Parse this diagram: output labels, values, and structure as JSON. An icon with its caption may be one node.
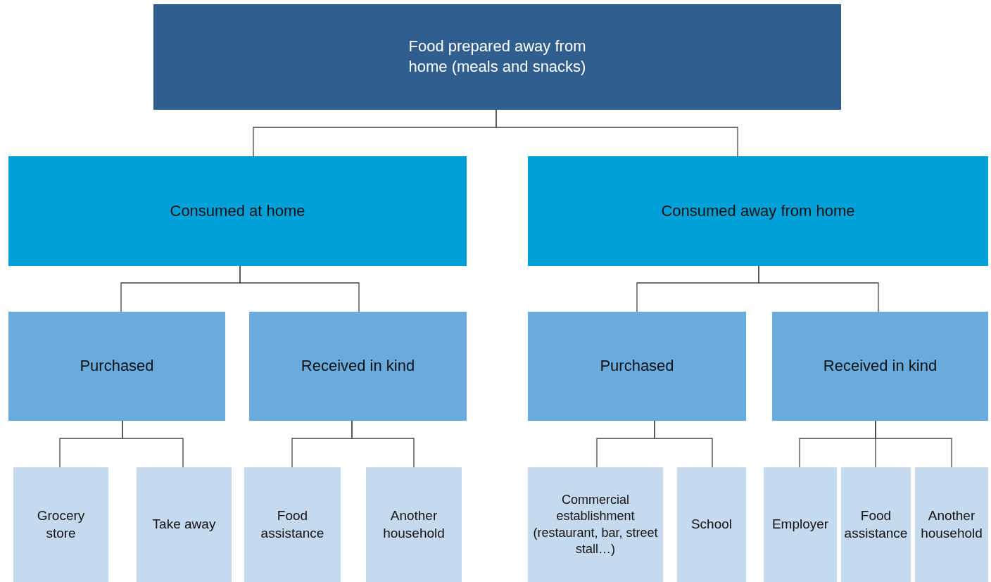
{
  "diagram": {
    "nodes": [
      {
        "text": [
          "Food prepared away from home (meals and snacks)"
        ]
      },
      {
        "text": [
          "Consumed at home"
        ]
      },
      {
        "text": [
          "Consumed away from home"
        ]
      },
      {
        "text": [
          "Purchased"
        ]
      },
      {
        "text": [
          "Received in kind"
        ]
      },
      {
        "text": [
          "Purchased"
        ]
      },
      {
        "text": [
          "Received in kind"
        ]
      },
      {
        "text": [
          "Grocery store"
        ]
      },
      {
        "text": [
          "Take away"
        ]
      },
      {
        "text": [
          "Food assistance"
        ]
      },
      {
        "text": [
          "Another household"
        ]
      },
      {
        "text": [
          "Commercial establishment (restaurant, bar, street stall…)"
        ]
      },
      {
        "text": [
          "School"
        ]
      },
      {
        "text": [
          "Employer"
        ]
      },
      {
        "text": [
          "Food assistance"
        ]
      },
      {
        "text": [
          "Another household"
        ]
      }
    ],
    "edges": [
      {
        "from": 0,
        "to": 1,
        "arrow": "none"
      },
      {
        "from": 0,
        "to": 2,
        "arrow": "none"
      },
      {
        "from": 1,
        "to": 3,
        "arrow": "none"
      },
      {
        "from": 1,
        "to": 4,
        "arrow": "none"
      },
      {
        "from": 2,
        "to": 5,
        "arrow": "none"
      },
      {
        "from": 2,
        "to": 6,
        "arrow": "none"
      },
      {
        "from": 3,
        "to": 7,
        "arrow": "none"
      },
      {
        "from": 3,
        "to": 8,
        "arrow": "none"
      },
      {
        "from": 4,
        "to": 9,
        "arrow": "none"
      },
      {
        "from": 4,
        "to": 10,
        "arrow": "none"
      },
      {
        "from": 5,
        "to": 11,
        "arrow": "none"
      },
      {
        "from": 5,
        "to": 12,
        "arrow": "none"
      },
      {
        "from": 6,
        "to": 13,
        "arrow": "none"
      },
      {
        "from": 6,
        "to": 14,
        "arrow": "none"
      },
      {
        "from": 6,
        "to": 15,
        "arrow": "none"
      }
    ]
  }
}
